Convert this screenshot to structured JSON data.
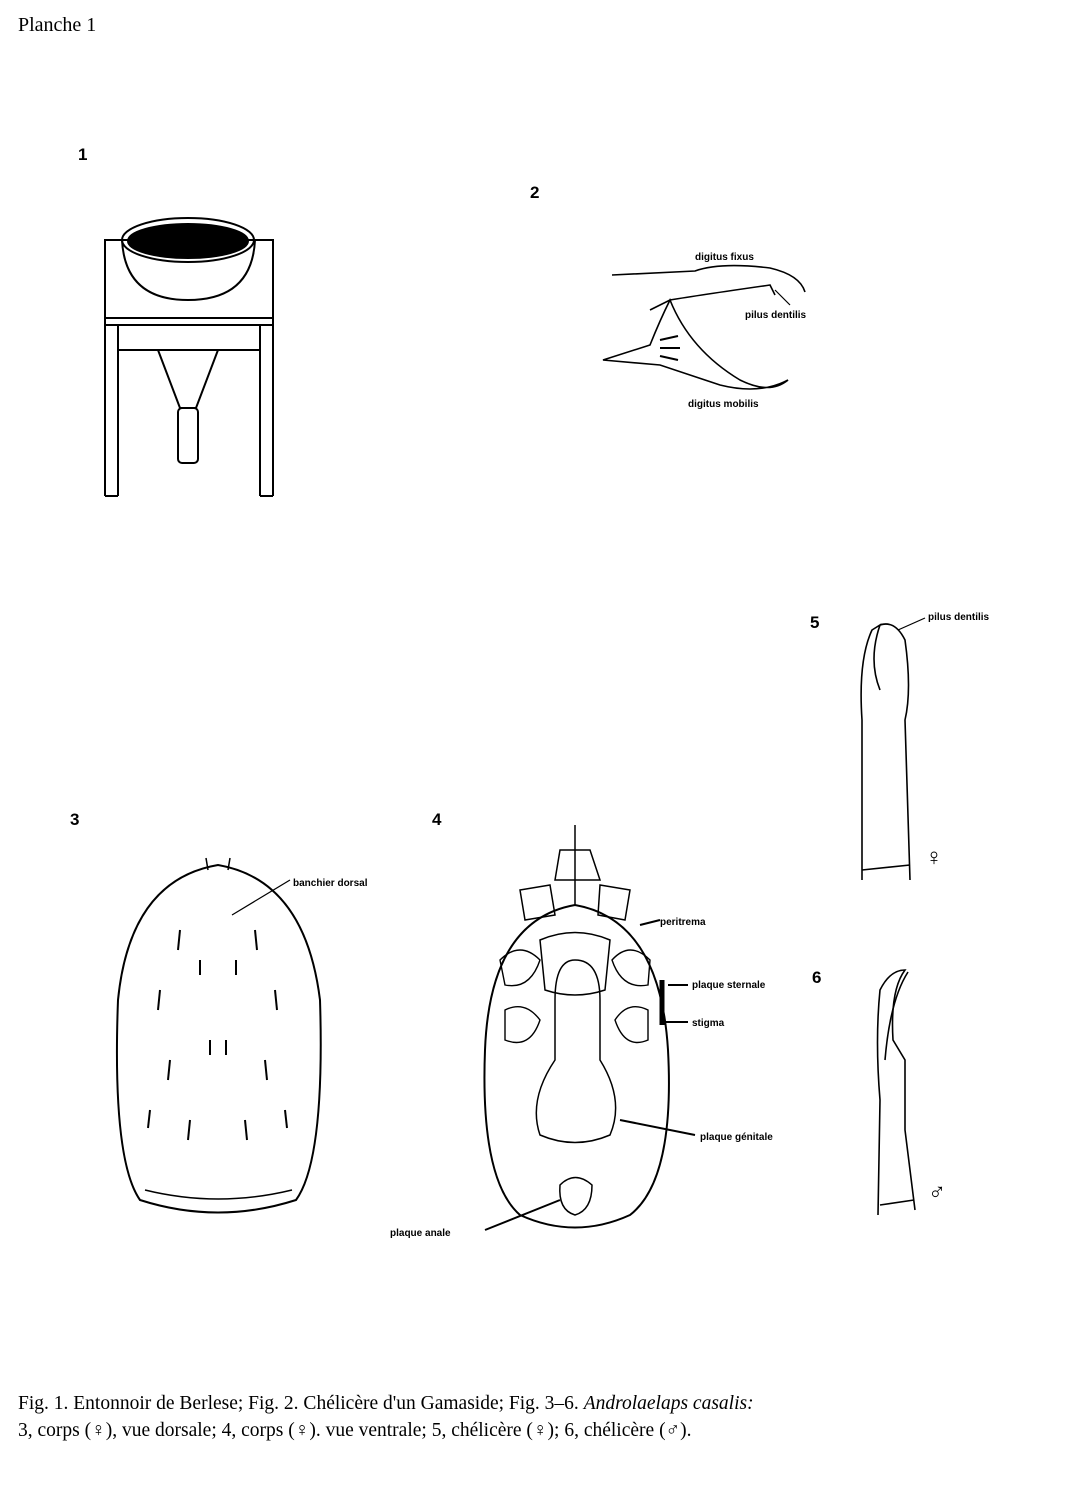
{
  "page_title": "Planche 1",
  "figures": {
    "fig1": {
      "number": "1"
    },
    "fig2": {
      "number": "2",
      "labels": {
        "digitus_fixus": "digitus fixus",
        "pilus_dentilis": "pilus dentilis",
        "digitus_mobilis": "digitus mobilis"
      }
    },
    "fig3": {
      "number": "3",
      "labels": {
        "banchier_dorsal": "banchier dorsal"
      }
    },
    "fig4": {
      "number": "4",
      "labels": {
        "peritrema": "peritrema",
        "plaque_sternale": "plaque sternale",
        "stigma": "stigma",
        "plaque_genitale": "plaque génitale",
        "plaque_anale": "plaque anale"
      }
    },
    "fig5": {
      "number": "5",
      "labels": {
        "pilus_dentilis": "pilus dentilis"
      },
      "sex": "♀"
    },
    "fig6": {
      "number": "6",
      "sex": "♂"
    }
  },
  "caption": {
    "part1": "Fig. 1. Entonnoir de Berlese; Fig. 2. Chélicère d'un Gamaside; Fig. 3–6. ",
    "species": "Androlaelaps casalis:",
    "part2": "3, corps (♀), vue dorsale; 4, corps (♀). vue ventrale; 5, chélicère (♀); 6, chélicère (♂)."
  }
}
